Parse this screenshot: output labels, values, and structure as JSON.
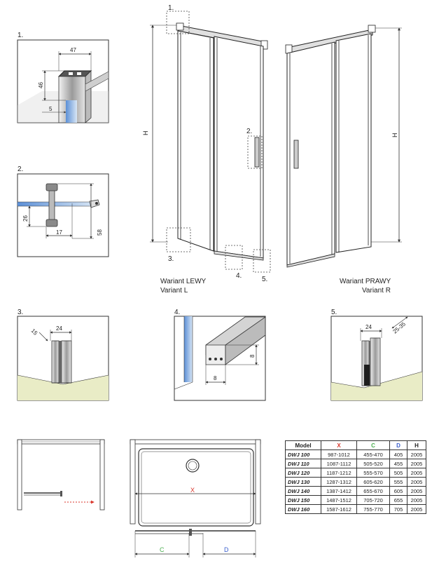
{
  "callouts": {
    "c1_main": "1.",
    "c2_main": "2.",
    "c3_main": "3.",
    "c4_main": "4.",
    "c5_main": "5.",
    "c1_detail": "1.",
    "c2_detail": "2.",
    "c3_detail": "3.",
    "c4_detail": "4.",
    "c5_detail": "5."
  },
  "height_label": "H",
  "variants": {
    "left_line1": "Wariant LEWY",
    "left_line2": "Variant L",
    "right_line1": "Wariant PRAWY",
    "right_line2": "Variant R"
  },
  "detail1": {
    "width": "47",
    "height": "46",
    "offset": "5"
  },
  "detail2": {
    "d1": "26",
    "d2": "17",
    "d3": "58"
  },
  "detail3": {
    "d1": "15",
    "d2": "24"
  },
  "detail4": {
    "h": "8",
    "w": "8"
  },
  "detail5": {
    "d1": "24",
    "d2": "25-35"
  },
  "plan": {
    "x_label": "X",
    "c_label": "C",
    "d_label": "D"
  },
  "colors": {
    "x": "#d9362b",
    "c": "#4caf50",
    "d": "#3a5fcd",
    "arrow_red": "#d9362b"
  },
  "table": {
    "headers": {
      "model": "Model",
      "x": "X",
      "c": "C",
      "d": "D",
      "h": "H"
    },
    "rows": [
      {
        "model": "DWJ 100",
        "x": "987-1012",
        "c": "455-470",
        "d": "405",
        "h": "2005"
      },
      {
        "model": "DWJ 110",
        "x": "1087-1112",
        "c": "505-520",
        "d": "455",
        "h": "2005"
      },
      {
        "model": "DWJ 120",
        "x": "1187-1212",
        "c": "555-570",
        "d": "505",
        "h": "2005"
      },
      {
        "model": "DWJ 130",
        "x": "1287-1312",
        "c": "605-620",
        "d": "555",
        "h": "2005"
      },
      {
        "model": "DWJ 140",
        "x": "1387-1412",
        "c": "655-670",
        "d": "605",
        "h": "2005"
      },
      {
        "model": "DWJ 150",
        "x": "1487-1512",
        "c": "705-720",
        "d": "655",
        "h": "2005"
      },
      {
        "model": "DWJ 160",
        "x": "1587-1612",
        "c": "755-770",
        "d": "705",
        "h": "2005"
      }
    ]
  }
}
